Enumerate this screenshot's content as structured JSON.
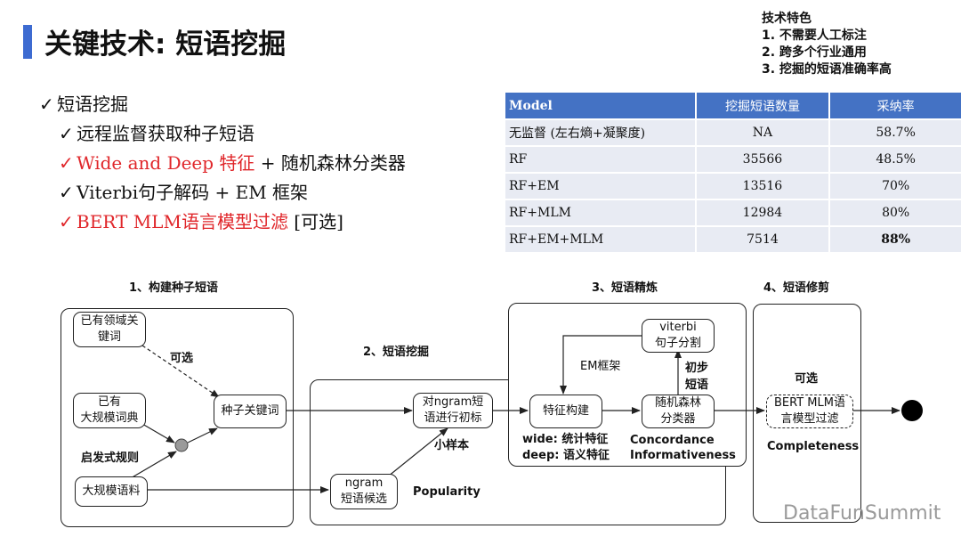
{
  "title": "关键技术: 短语挖掘",
  "tech_features": {
    "heading": "技术特色",
    "items": [
      "1.  不需要人工标注",
      "2.  跨多个行业通用",
      "3.  挖掘的短语准确率高"
    ]
  },
  "bullets": {
    "main": "短语挖掘",
    "items": [
      {
        "text": "远程监督获取种子短语"
      },
      {
        "red": "Wide and Deep 特征",
        "rest": " + 随机森林分类器"
      },
      {
        "text": "Viterbi句子解码 + EM 框架"
      },
      {
        "red": "BERT MLM语言模型过滤",
        "rest": " [可选]"
      }
    ]
  },
  "table": {
    "headers": [
      "Model",
      "挖掘短语数量",
      "采纳率"
    ],
    "rows": [
      [
        "无监督 (左右熵+凝聚度)",
        "NA",
        "58.7%"
      ],
      [
        "RF",
        "35566",
        "48.5%"
      ],
      [
        "RF+EM",
        "13516",
        "70%"
      ],
      [
        "RF+MLM",
        "12984",
        "80%"
      ],
      [
        "RF+EM+MLM",
        "7514",
        "88%"
      ]
    ],
    "header_color": "#4472c4",
    "row_color": "#e8ebf3"
  },
  "diagram": {
    "stage1": "1、构建种子短语",
    "stage2": "2、短语挖掘",
    "stage3": "3、短语精炼",
    "stage4": "4、短语修剪",
    "domain_keywords": [
      "已有领域关",
      "键词"
    ],
    "optional1": "可选",
    "existing_dict": [
      "已有",
      "大规模词典"
    ],
    "heuristic_rules": "启发式规则",
    "corpus": "大规模语料",
    "seed_keywords": "种子关键词",
    "ngram_label": [
      "对ngram短",
      "语进行初标"
    ],
    "small_sample": "小样本",
    "ngram_candidates": [
      "ngram",
      "短语候选"
    ],
    "popularity": "Popularity",
    "viterbi": [
      "viterbi",
      "句子分割"
    ],
    "em_framework": "EM框架",
    "initial_phrases": [
      "初步",
      "短语"
    ],
    "feature_build": "特征构建",
    "random_forest": [
      "随机森林",
      "分类器"
    ],
    "wide_feat": "wide: 统计特征",
    "deep_feat": "deep: 语义特征",
    "concordance": "Concordance",
    "informativeness": "Informativeness",
    "optional2": "可选",
    "bert_filter": [
      "BERT MLM语",
      "言模型过滤"
    ],
    "completeness": "Completeness"
  },
  "logo": "DataFunSummit",
  "colors": {
    "accent": "#3d6bd1",
    "red": "#e0262a"
  }
}
